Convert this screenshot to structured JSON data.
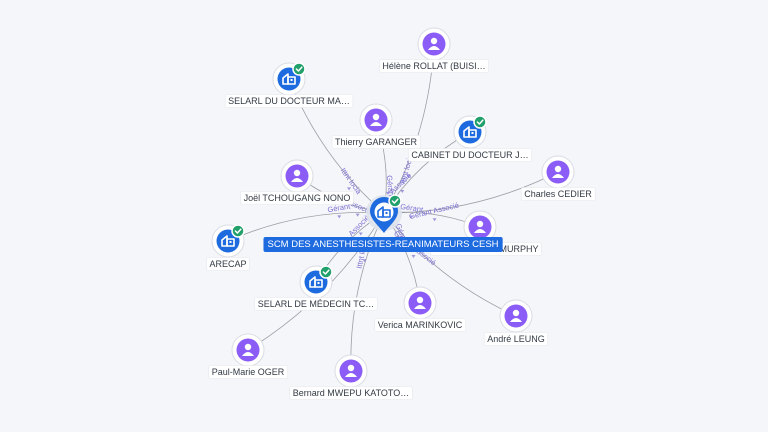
{
  "graph": {
    "colors": {
      "background": "#f5f6fa",
      "person_bubble": "#8b5cf6",
      "company_bubble": "#1e6be0",
      "verified_badge": "#22a06b",
      "edge": "#8a8f98",
      "edge_label": "#7a6fd0",
      "center_label_bg": "#1e6be0",
      "center_label_text": "#ffffff"
    },
    "center": {
      "label": "SCM DES ANESTHESISTES-REANIMATEURS CESH",
      "icon": "building-icon",
      "verified": true
    },
    "nodes": [
      {
        "id": "rollat",
        "label": "Hélène ROLLAT (BUISI…",
        "type": "person",
        "icon": "person-icon",
        "verified": false
      },
      {
        "id": "selarl-docteur-ma",
        "label": "SELARL DU DOCTEUR MA…",
        "type": "company",
        "icon": "building-icon",
        "verified": true
      },
      {
        "id": "garanger",
        "label": "Thierry GARANGER",
        "type": "person",
        "icon": "person-icon",
        "verified": false
      },
      {
        "id": "cabinet-docteur-j",
        "label": "CABINET DU DOCTEUR J…",
        "type": "company",
        "icon": "building-icon",
        "verified": true
      },
      {
        "id": "cedier",
        "label": "Charles CEDIER",
        "type": "person",
        "icon": "person-icon",
        "verified": false
      },
      {
        "id": "tchougang",
        "label": "Joël TCHOUGANG NONO",
        "type": "person",
        "icon": "person-icon",
        "verified": false
      },
      {
        "id": "arecap",
        "label": "ARECAP",
        "type": "company",
        "icon": "building-icon",
        "verified": true
      },
      {
        "id": "murphy",
        "label": "…CE FRANCIS MURPHY",
        "type": "person",
        "icon": "person-icon",
        "verified": false
      },
      {
        "id": "selarl-medecin-tc",
        "label": "SELARL DE MÉDECIN TC…",
        "type": "company",
        "icon": "building-icon",
        "verified": true
      },
      {
        "id": "marinkovic",
        "label": "Verica MARINKOVIC",
        "type": "person",
        "icon": "person-icon",
        "verified": false
      },
      {
        "id": "leung",
        "label": "André LEUNG",
        "type": "person",
        "icon": "person-icon",
        "verified": false
      },
      {
        "id": "oger",
        "label": "Paul-Marie OGER",
        "type": "person",
        "icon": "person-icon",
        "verified": false
      },
      {
        "id": "mwepu",
        "label": "Bernard MWEPU KATOTO…",
        "type": "person",
        "icon": "person-icon",
        "verified": false
      }
    ],
    "edges": [
      {
        "from": "center",
        "to": "rollat",
        "label": "Ittnt locia"
      },
      {
        "from": "center",
        "to": "selarl-docteur-ma",
        "label": "Ittnt locia"
      },
      {
        "from": "center",
        "to": "garanger",
        "label": "Gérant"
      },
      {
        "from": "center",
        "to": "cabinet-docteur-j",
        "label": "Associé"
      },
      {
        "from": "center",
        "to": "cedier",
        "label": "Gérant Associé"
      },
      {
        "from": "center",
        "to": "tchougang",
        "label": "Associé"
      },
      {
        "from": "center",
        "to": "arecap",
        "label": "Gérant"
      },
      {
        "from": "center",
        "to": "murphy",
        "label": "Gérant"
      },
      {
        "from": "center",
        "to": "selarl-medecin-tc",
        "label": "Associé"
      },
      {
        "from": "center",
        "to": "marinkovic",
        "label": "Gérant"
      },
      {
        "from": "center",
        "to": "leung",
        "label": "Gérant Associé"
      },
      {
        "from": "center",
        "to": "oger",
        "label": ""
      },
      {
        "from": "center",
        "to": "mwepu",
        "label": "Ittnt locia"
      }
    ]
  }
}
